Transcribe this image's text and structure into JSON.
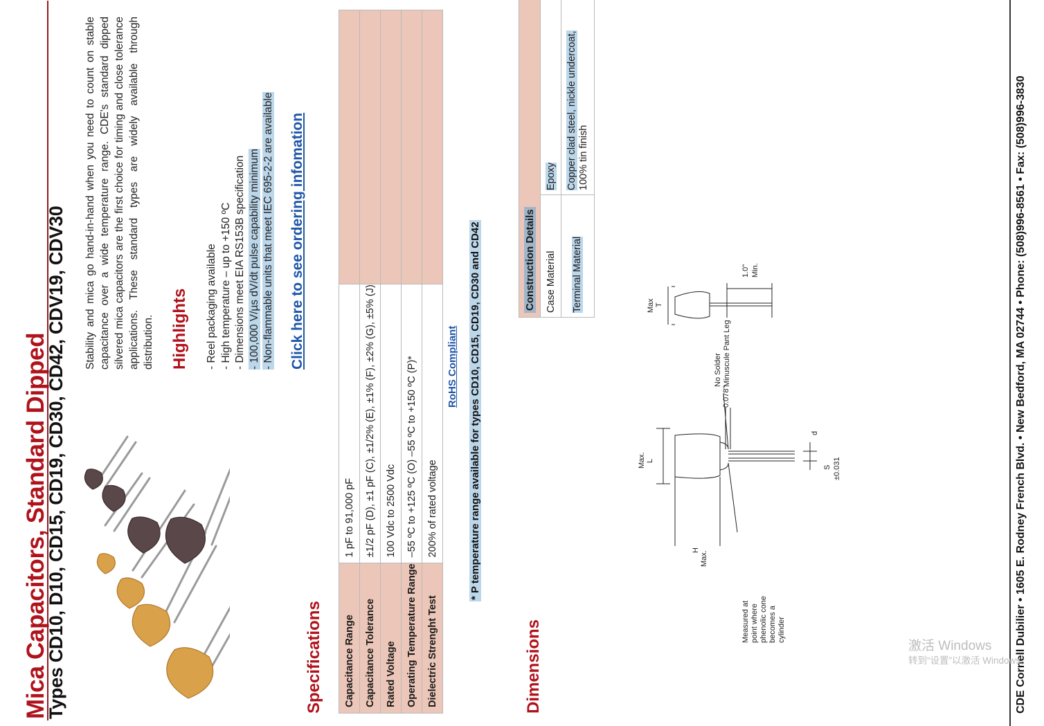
{
  "title": "Mica Capacitors, Standard Dipped",
  "subtitle": "Types CD10, D10, CD15, CD19, CD30, CD42, CDV19, CDV30",
  "intro": "Stability and mica go hand-in-hand when you need to count on stable capacitance over a wide temperature range.  CDE's standard dipped silvered mica capacitors are the first choice for timing and close tolerance applications.  These standard types are widely available through distribution.",
  "highlights": {
    "title": "Highlights",
    "items": [
      {
        "text": "- Reel packaging available",
        "marked": false
      },
      {
        "text": "- High temperature – up to +150 ºC",
        "marked": false
      },
      {
        "text": "- Dimensions meet EIA RS153B specification",
        "marked": false
      },
      {
        "text": "- 100,000 V/µs dV/dt pulse capability minimum",
        "marked": true
      },
      {
        "text": "- Non-flammable units that meet IEC 695-2-2 are available",
        "marked": true
      }
    ]
  },
  "order_link": "Click here to see ordering infomation",
  "specifications": {
    "title": "Specifications",
    "rows": [
      {
        "label": "Capacitance Range",
        "value": "1 pF to 91,000 pF"
      },
      {
        "label": "Capacitance Tolerance",
        "value": "±1/2 pF (D), ±1 pF (C), ±1/2% (E), ±1% (F), ±2% (G), ±5% (J)"
      },
      {
        "label": "Rated Voltage",
        "value": "100 Vdc to 2500 Vdc"
      },
      {
        "label": "Operating Temperature Range",
        "value": "–55 ºC to +125 ºC (O)  –55 ºC to +150 ºC (P)*"
      },
      {
        "label": "Dielectric Strenght Test",
        "value": "200% of rated voltage"
      }
    ],
    "rohs": "RoHS Compliant",
    "note": "* P temperature range available for types CD10, CD15, CD19, CD30 and CD42"
  },
  "construction": {
    "title": "Construction Details",
    "rows": [
      {
        "label": "Case Material",
        "value": "Epoxy"
      },
      {
        "label": "Terminal Material",
        "value1": "Copper clad steel, nickle undercoat,",
        "value2": "100% tin finish"
      }
    ]
  },
  "dimensions": {
    "title": "Dimensions",
    "labels": {
      "h": "H",
      "h_max": "Max.",
      "l": "L",
      "l_max": "Max.",
      "t": "T",
      "t_max": "Max",
      "d": "d",
      "s": "S",
      "s_tol": "±0.031",
      "lead_gap": "0.078\"",
      "lead_len": "1.0\"",
      "lead_len_min": "Min.",
      "note_measure": [
        "Measured at",
        "point where",
        "phenolic cone",
        "becomes a",
        "cylinder"
      ],
      "note_solder": [
        "No Solder",
        "Minuscule Pant Leg"
      ]
    }
  },
  "footer": "CDE Cornell Dubilier • 1605 E. Rodney French Blvd. • New Bedford, MA 02744 • Phone: (508)996-8561 • Fax: (508)996-3830",
  "watermark": {
    "line1": "激活 Windows",
    "line2": "转到“设置”以激活 Windows。"
  },
  "colors": {
    "accent": "#b0121b",
    "table_header": "#ecc7b9",
    "highlight": "#bcd6ea",
    "link": "#1f56a8"
  }
}
